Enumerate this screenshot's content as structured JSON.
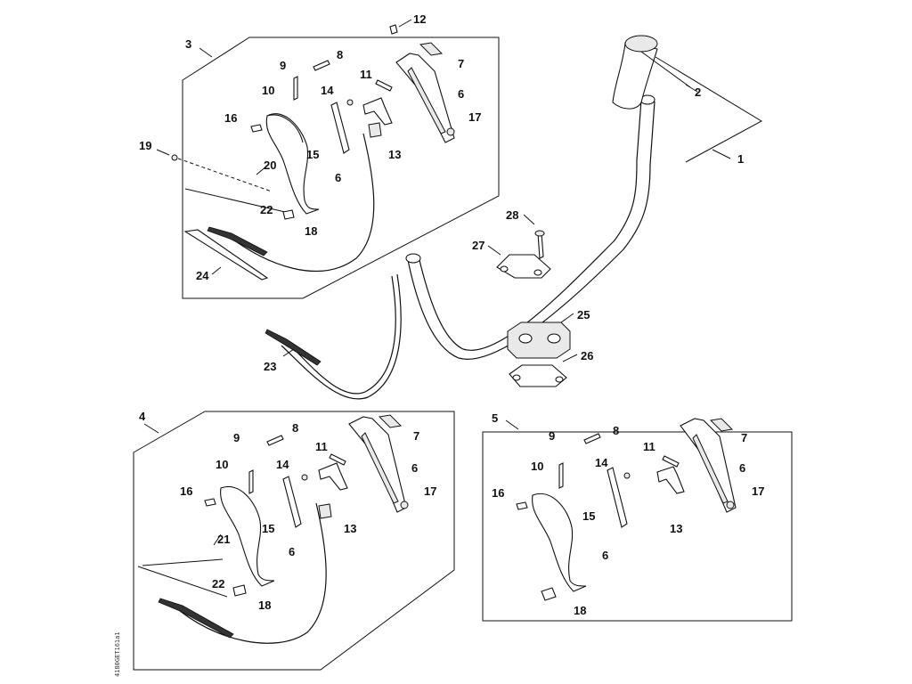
{
  "diagram": {
    "labels": {
      "n1": "1",
      "n2": "2",
      "n3": "3",
      "n4": "4",
      "n5": "5",
      "n12": "12",
      "n19": "19",
      "n20": "20",
      "n21": "21",
      "n23": "23",
      "n24": "24",
      "n25": "25",
      "n26": "26",
      "n27": "27",
      "n28": "28",
      "a6": "6",
      "a7": "7",
      "a8": "8",
      "a9": "9",
      "a10": "10",
      "a11": "11",
      "a13": "13",
      "a14": "14",
      "a15": "15",
      "a16": "16",
      "a17": "17",
      "a18": "18",
      "a22": "22",
      "a6b": "6",
      "b6": "6",
      "b7": "7",
      "b8": "8",
      "b9": "9",
      "b10": "10",
      "b11": "11",
      "b13": "13",
      "b14": "14",
      "b15": "15",
      "b16": "16",
      "b17": "17",
      "b18": "18",
      "b22": "22",
      "b6b": "6",
      "c6": "6",
      "c7": "7",
      "c8": "8",
      "c9": "9",
      "c10": "10",
      "c11": "11",
      "c13": "13",
      "c14": "14",
      "c15": "15",
      "c16": "16",
      "c17": "17",
      "c18": "18",
      "c6b": "6"
    },
    "reference_code": "4180GET161a1"
  }
}
